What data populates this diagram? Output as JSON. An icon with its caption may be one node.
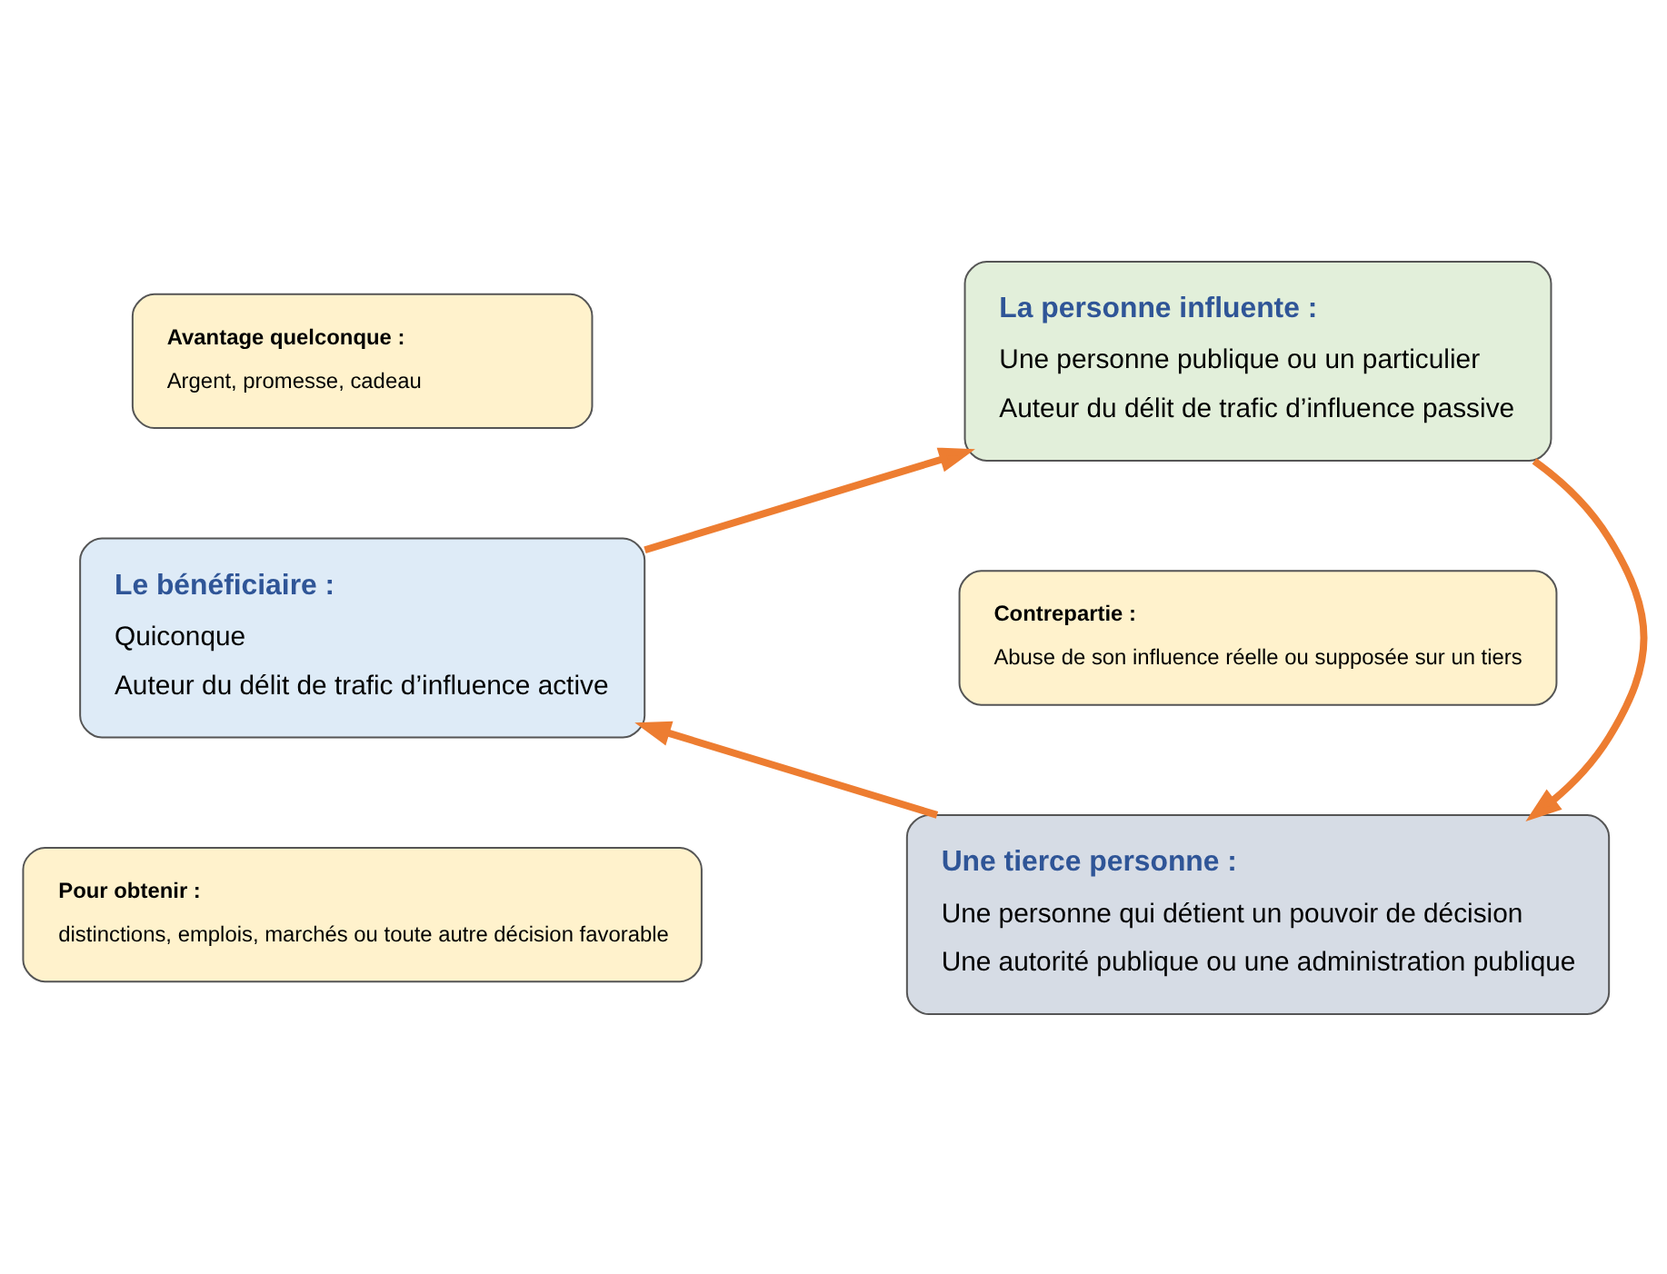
{
  "diagram": {
    "nodes": [
      {
        "text": [
          "Avantage quelconque :",
          "Argent, promesse, cadeau"
        ]
      },
      {
        "text": [
          "La personne influente :",
          "Une personne publique ou un particulier",
          "Auteur du délit de trafic d’influence passive"
        ]
      },
      {
        "text": [
          "Contrepartie :",
          "Abuse de son influence réelle ou supposée sur un tiers"
        ]
      },
      {
        "text": [
          "Une tierce personne :",
          "Une personne qui détient un pouvoir de décision",
          "Une autorité publique ou une administration publique"
        ]
      },
      {
        "text": [
          "Pour obtenir :",
          "distinctions, emplois, marchés ou toute autre décision favorable"
        ]
      },
      {
        "text": [
          "Le bénéficiaire :",
          "Quiconque",
          "Auteur du délit de trafic d’influence active"
        ]
      }
    ],
    "edges": [
      {
        "from": 5,
        "to": 1,
        "arrow": "to"
      },
      {
        "from": 1,
        "to": 3,
        "arrow": "to"
      },
      {
        "from": 3,
        "to": 5,
        "arrow": "to"
      }
    ]
  }
}
